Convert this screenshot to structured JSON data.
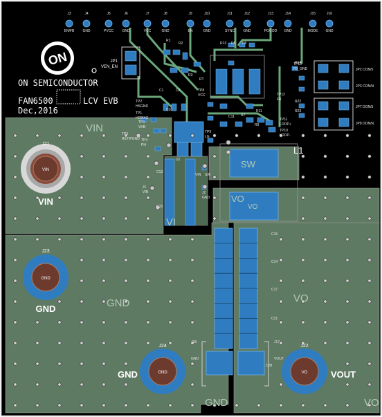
{
  "board": {
    "brand": "ON SEMICONDUCTOR",
    "part": "FAN6500",
    "evb": "LCV EVB",
    "date": "Dec,2016"
  },
  "connectors_top": [
    {
      "ref": "J3",
      "net": "EN/FB"
    },
    {
      "ref": "J4",
      "net": "GND"
    },
    {
      "ref": "J5",
      "net": "PVCC"
    },
    {
      "ref": "J6",
      "net": "GND"
    },
    {
      "ref": "J7",
      "net": "VCC"
    },
    {
      "ref": "J8",
      "net": "GND"
    },
    {
      "ref": "J9",
      "net": "EN"
    },
    {
      "ref": "J10",
      "net": "GND"
    },
    {
      "ref": "J11",
      "net": "SYNC"
    },
    {
      "ref": "J12",
      "net": "GND"
    },
    {
      "ref": "J13",
      "net": "PGOOD"
    },
    {
      "ref": "J14",
      "net": "GND"
    },
    {
      "ref": "J15",
      "net": "MODE"
    },
    {
      "ref": "J16",
      "net": "GND"
    }
  ],
  "jumpers": [
    {
      "ref": "JP2",
      "label": "CON/5"
    },
    {
      "ref": "JP3",
      "label": "CON/N"
    },
    {
      "ref": "JP7",
      "label": "DON/5"
    },
    {
      "ref": "JP8",
      "label": "DON/N"
    }
  ],
  "jumper_left": {
    "ref": "JP1",
    "label": "VEN_EN"
  },
  "pours": {
    "vin": "VIN",
    "gnd_mid": "GND",
    "gnd_bottom": "GND",
    "vo_mid": "VO",
    "vo_corner": "VO",
    "vi": "VI",
    "inductor": "L1"
  },
  "terminals": [
    {
      "ref": "J21",
      "label": "VIN",
      "pad": "VIN"
    },
    {
      "ref": "J23",
      "label": "GND",
      "pad": "GND"
    },
    {
      "ref": "J24",
      "label": "GND",
      "pad": "GND"
    },
    {
      "ref": "J22",
      "label": "VOUT",
      "pad": "VO"
    }
  ],
  "small_labels": {
    "l1_sw": "SW",
    "l1_vo": "VO",
    "j1": "J1",
    "j1_net": "VIN",
    "j2": "J2",
    "j2_net": "GND",
    "j18": "J18",
    "j18_net": "GND",
    "j17": "J17",
    "j17_net": "VOUT",
    "tp13": "TP13",
    "tp13_net": "FB_GND",
    "tp12": "TP12",
    "tp12_net": "FB",
    "tp11": "TP11",
    "tp11_net": "LOOP+",
    "tp10": "TP10",
    "tp10_net": "LOOP-",
    "tp2": "TP2",
    "tp2_net": "HSGND",
    "tp3": "TP3",
    "tp3_net": "VHB",
    "tp4": "TP4",
    "tp4_net": "PH",
    "tp5": "TP5",
    "tp5_net": "RETIPGND",
    "tp1": "TP1",
    "tp1_net": "HSBIAS",
    "tp8": "TP8",
    "tp8_net": "VCC",
    "tp9": "TP9",
    "tp9_net": "LG",
    "vin_small": "VIN",
    "sw_small": "SW",
    "u1": "U1",
    "c_ref": "C28",
    "r1": "R1",
    "r2": "R2",
    "r3": "R3",
    "rt": "RT",
    "c1": "C1",
    "c3": "C3",
    "c10": "C10",
    "r13": "R13",
    "r5": "R5",
    "r6": "R6",
    "c11": "C11",
    "r7": "R7",
    "r11": "R11",
    "r9": "R9",
    "r22": "R22",
    "r23": "R23",
    "r14": "R14",
    "c13": "C13",
    "c15": "C15",
    "c16": "C16",
    "c14": "C14",
    "c21": "C21",
    "c17": "C17"
  },
  "colors": {
    "silk_bg": "#000000",
    "copper_pour": "#5f7a62",
    "pad": "#3d8fd1",
    "trace": "#6ba77a",
    "via_ring": "#c8c8c8"
  }
}
